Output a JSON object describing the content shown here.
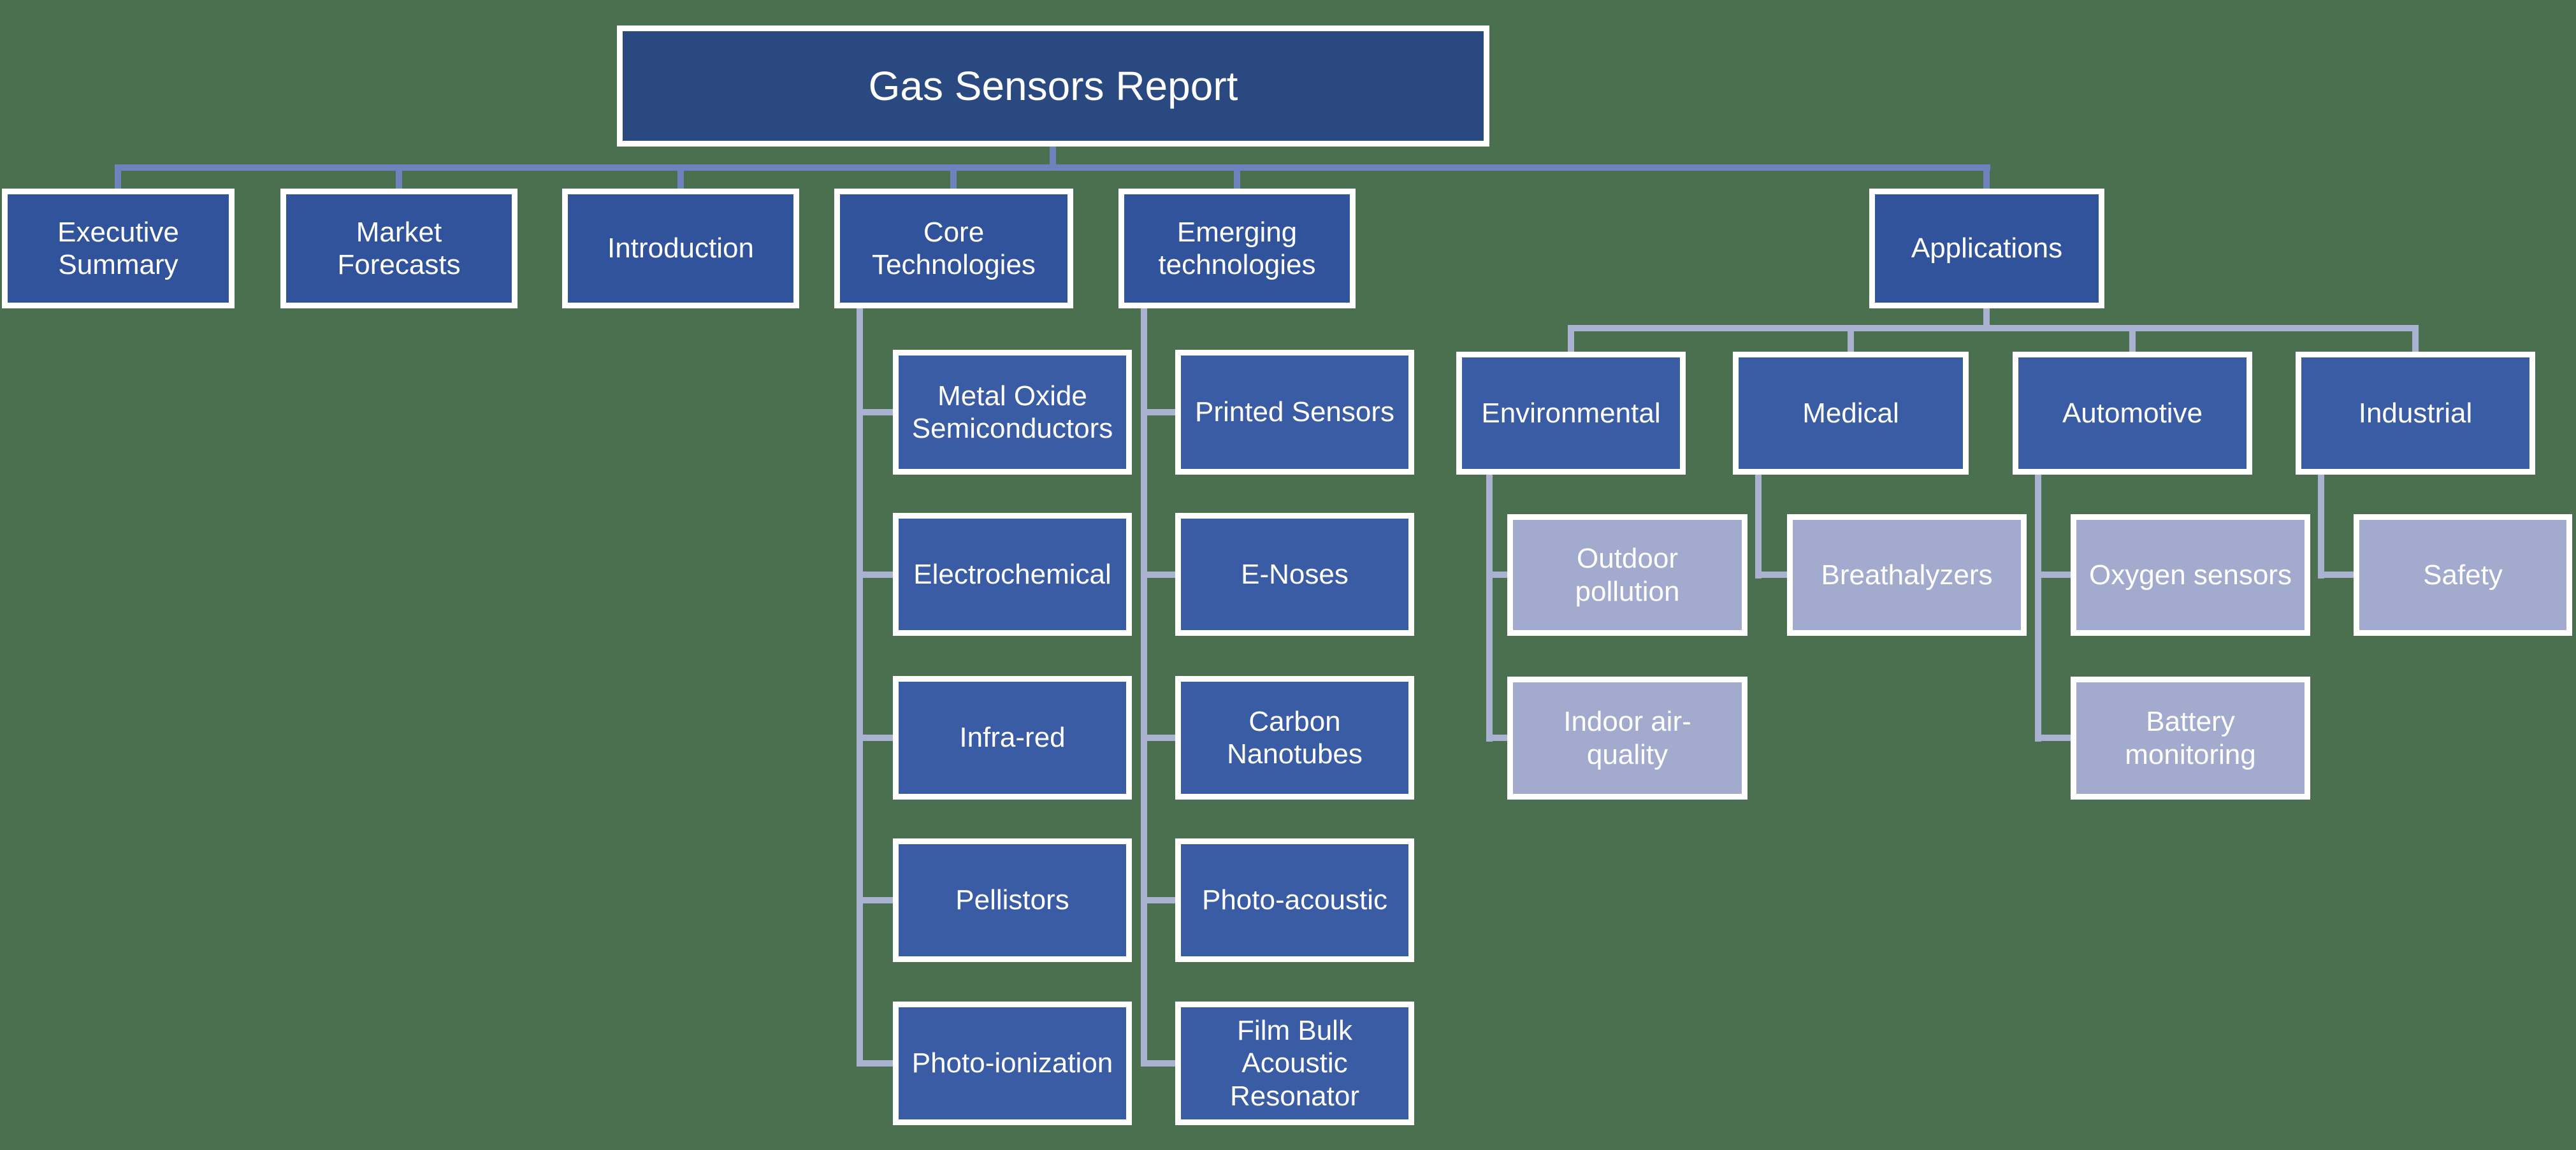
{
  "diagram": {
    "root": {
      "label": "Gas Sensors Report"
    },
    "level2": {
      "executive_summary": {
        "label": "Executive\nSummary"
      },
      "market_forecasts": {
        "label": "Market\nForecasts"
      },
      "introduction": {
        "label": "Introduction"
      },
      "core_technologies": {
        "label": "Core\nTechnologies"
      },
      "emerging_technologies": {
        "label": "Emerging\ntechnologies"
      },
      "applications": {
        "label": "Applications"
      }
    },
    "core_children": {
      "metal_oxide_semiconductors": {
        "label": "Metal Oxide\nSemiconductors"
      },
      "electrochemical": {
        "label": "Electrochemical"
      },
      "infra_red": {
        "label": "Infra-red"
      },
      "pellistors": {
        "label": "Pellistors"
      },
      "photo_ionization": {
        "label": "Photo-ionization"
      }
    },
    "emerging_children": {
      "printed_sensors": {
        "label": "Printed Sensors"
      },
      "e_noses": {
        "label": "E-Noses"
      },
      "carbon_nanotubes": {
        "label": "Carbon\nNanotubes"
      },
      "photo_acoustic": {
        "label": "Photo-acoustic"
      },
      "film_bulk_acoustic_resonator": {
        "label": "Film Bulk\nAcoustic\nResonator"
      }
    },
    "application_categories": {
      "environmental": {
        "label": "Environmental"
      },
      "medical": {
        "label": "Medical"
      },
      "automotive": {
        "label": "Automotive"
      },
      "industrial": {
        "label": "Industrial"
      }
    },
    "application_children": {
      "outdoor_pollution": {
        "label": "Outdoor\npollution"
      },
      "indoor_air_quality": {
        "label": "Indoor air-\nquality"
      },
      "breathalyzers": {
        "label": "Breathalyzers"
      },
      "oxygen_sensors": {
        "label": "Oxygen sensors"
      },
      "battery_monitoring": {
        "label": "Battery\nmonitoring"
      },
      "safety": {
        "label": "Safety"
      }
    }
  },
  "colors": {
    "background": "#4A7050",
    "root_fill": "#2A4980",
    "level2_fill": "#31539C",
    "level3_fill": "#3A5CA4",
    "light_fill": "#A2AACE",
    "connector_dark": "#7082BD",
    "connector_light": "#A9B2D1",
    "border": "#FFFFFF",
    "text": "#FFFFFF"
  }
}
